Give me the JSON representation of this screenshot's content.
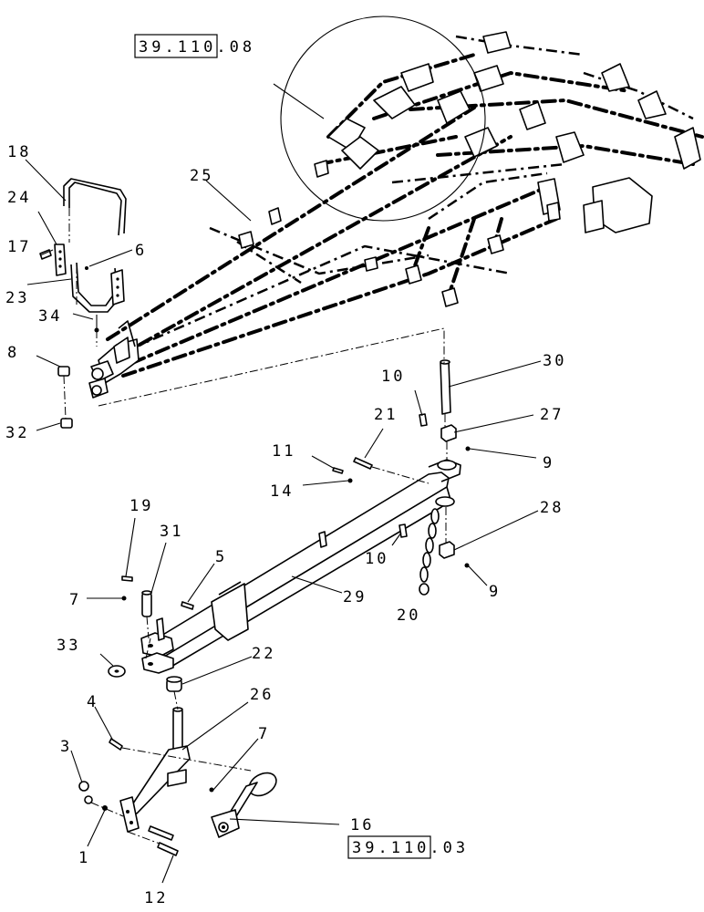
{
  "references": [
    {
      "id": "ref-top",
      "text": "39.110.08"
    },
    {
      "id": "ref-bottom",
      "text": "39.110.03"
    }
  ],
  "callouts": [
    {
      "id": "c1",
      "text": "1"
    },
    {
      "id": "c3",
      "text": "3"
    },
    {
      "id": "c4",
      "text": "4"
    },
    {
      "id": "c5",
      "text": "5"
    },
    {
      "id": "c6",
      "text": "6"
    },
    {
      "id": "c7a",
      "text": "7"
    },
    {
      "id": "c7b",
      "text": "7"
    },
    {
      "id": "c8",
      "text": "8"
    },
    {
      "id": "c9a",
      "text": "9"
    },
    {
      "id": "c9b",
      "text": "9"
    },
    {
      "id": "c10a",
      "text": "10"
    },
    {
      "id": "c10b",
      "text": "10"
    },
    {
      "id": "c11",
      "text": "11"
    },
    {
      "id": "c12",
      "text": "12"
    },
    {
      "id": "c14",
      "text": "14"
    },
    {
      "id": "c16",
      "text": "16"
    },
    {
      "id": "c17",
      "text": "17"
    },
    {
      "id": "c18",
      "text": "18"
    },
    {
      "id": "c19",
      "text": "19"
    },
    {
      "id": "c20",
      "text": "20"
    },
    {
      "id": "c21",
      "text": "21"
    },
    {
      "id": "c22",
      "text": "22"
    },
    {
      "id": "c23",
      "text": "23"
    },
    {
      "id": "c24",
      "text": "24"
    },
    {
      "id": "c25",
      "text": "25"
    },
    {
      "id": "c26",
      "text": "26"
    },
    {
      "id": "c27",
      "text": "27"
    },
    {
      "id": "c28",
      "text": "28"
    },
    {
      "id": "c29",
      "text": "29"
    },
    {
      "id": "c30",
      "text": "30"
    },
    {
      "id": "c31",
      "text": "31"
    },
    {
      "id": "c32",
      "text": "32"
    },
    {
      "id": "c33",
      "text": "33"
    },
    {
      "id": "c34",
      "text": "34"
    }
  ]
}
